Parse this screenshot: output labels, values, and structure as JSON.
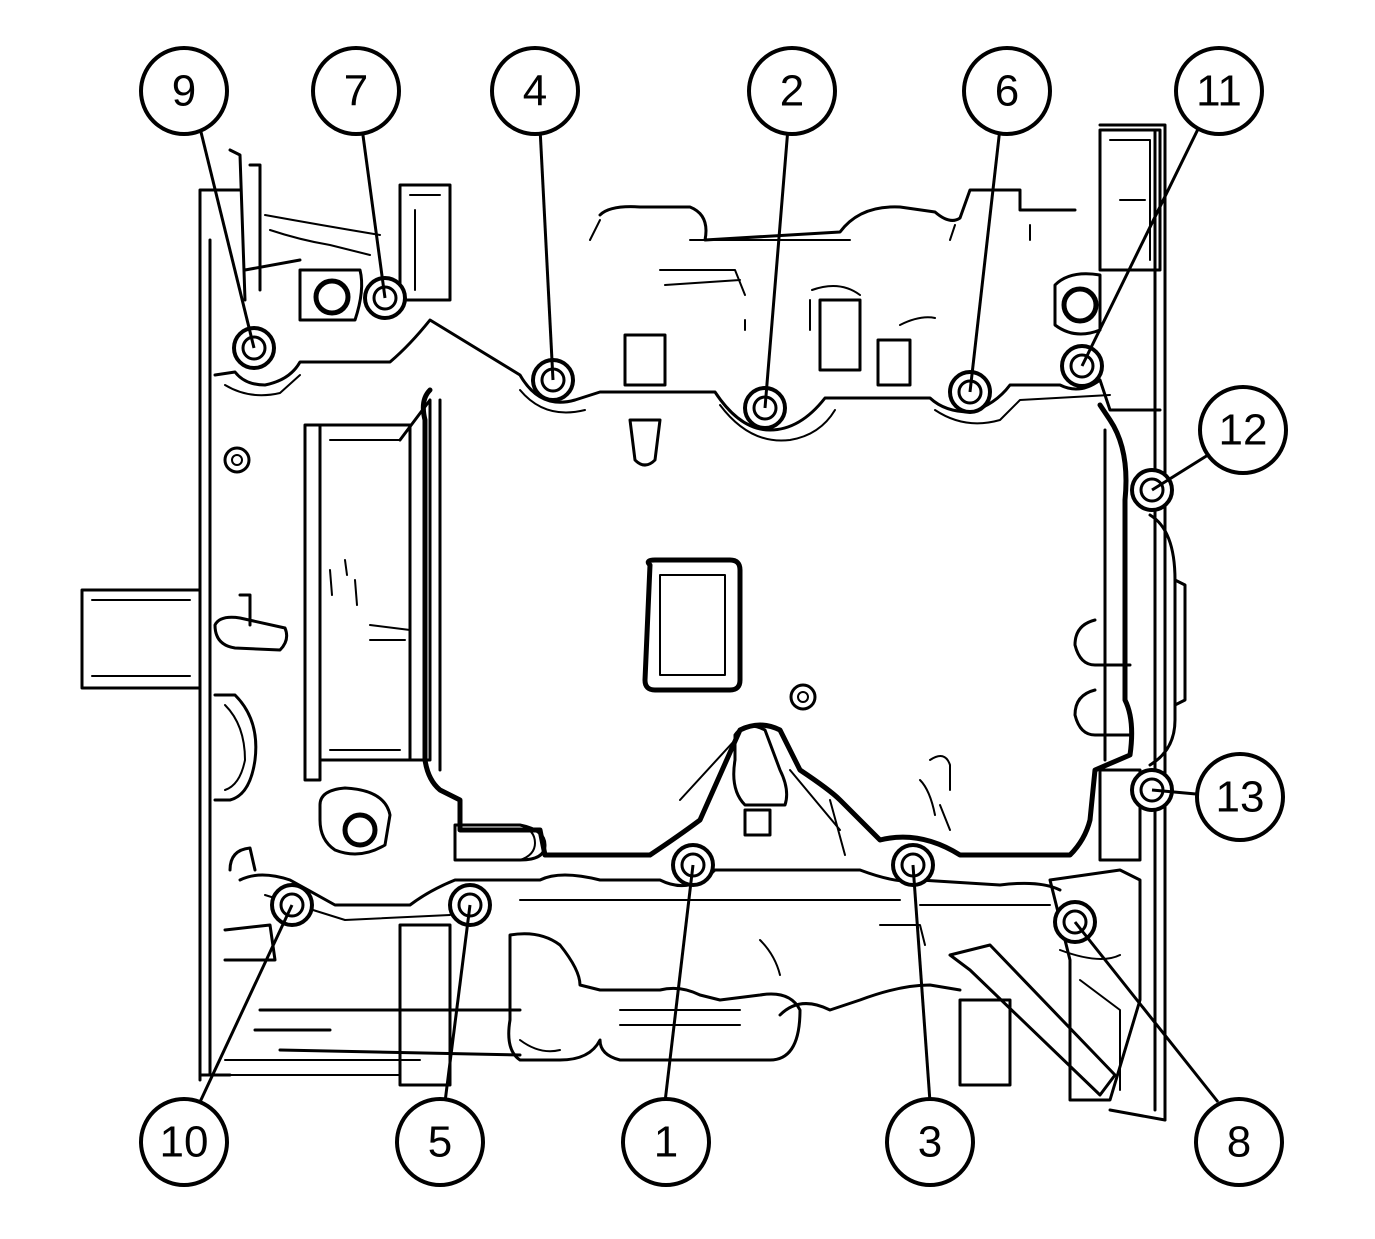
{
  "callouts": [
    {
      "label": "9"
    },
    {
      "label": "7"
    },
    {
      "label": "4"
    },
    {
      "label": "2"
    },
    {
      "label": "6"
    },
    {
      "label": "11"
    },
    {
      "label": "12"
    },
    {
      "label": "13"
    },
    {
      "label": "10"
    },
    {
      "label": "5"
    },
    {
      "label": "1"
    },
    {
      "label": "3"
    },
    {
      "label": "8"
    }
  ]
}
